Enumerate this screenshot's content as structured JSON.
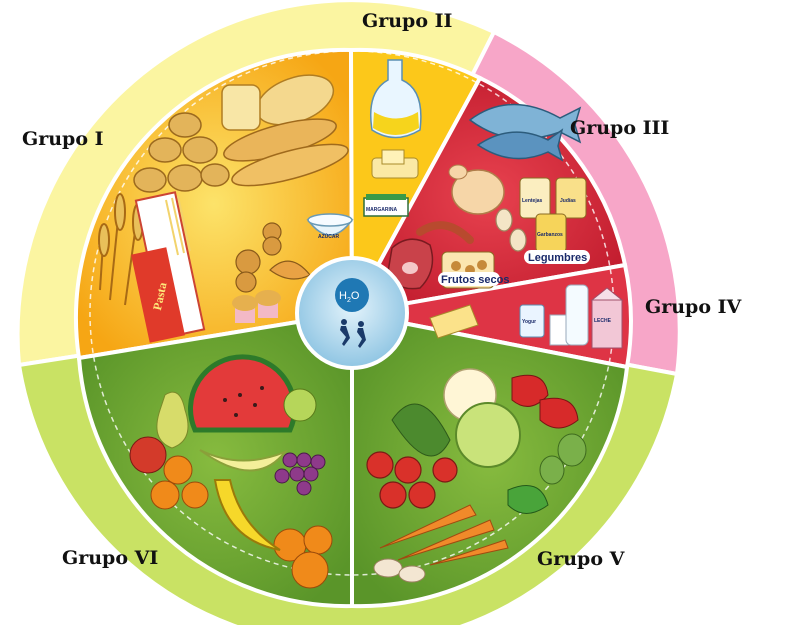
{
  "groups": [
    {
      "id": "I",
      "label": "Grupo I"
    },
    {
      "id": "II",
      "label": "Grupo II"
    },
    {
      "id": "III",
      "label": "Grupo III"
    },
    {
      "id": "IV",
      "label": "Grupo IV"
    },
    {
      "id": "V",
      "label": "Grupo V"
    },
    {
      "id": "VI",
      "label": "Grupo VI"
    }
  ],
  "center": {
    "water_label": "H",
    "water_sub": "2",
    "water_tail": "O"
  },
  "item_labels": {
    "pasta": "Pasta",
    "azucar": "AZÚCAR",
    "margarina": "MARGARINA",
    "frutos_secos": "Frutos secos",
    "legumbres": "Legumbres",
    "lenteja": "Lentejas",
    "judias": "Judías",
    "garbanzo": "Garbanzos",
    "leche": "LECHE",
    "yogur": "Yogur"
  },
  "colors": {
    "ring_yellow": "#fbf5a1",
    "ring_pink": "#f7a6c8",
    "ring_green": "#c9e264",
    "sector_I": "#f9b91b",
    "sector_II": "#fccb0a",
    "sector_III": "#d8263a",
    "sector_V": "#6fa532",
    "sector_VI": "#6fa532",
    "center": "#a9d3e9"
  }
}
